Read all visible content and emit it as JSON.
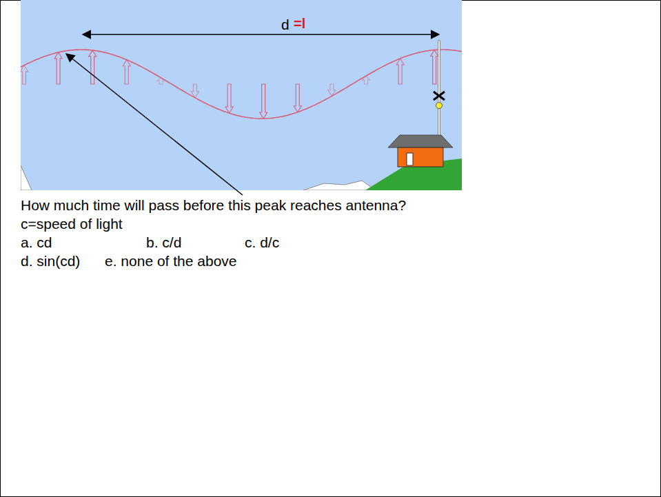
{
  "diagram": {
    "labels": [
      "d",
      "=l",
      "How much time will pass before this peak reaches antenna?",
      "c=speed of light",
      "a. cd",
      "b. c/d",
      "c. d/c",
      "d. sin(cd)",
      "e. none of the above"
    ]
  }
}
